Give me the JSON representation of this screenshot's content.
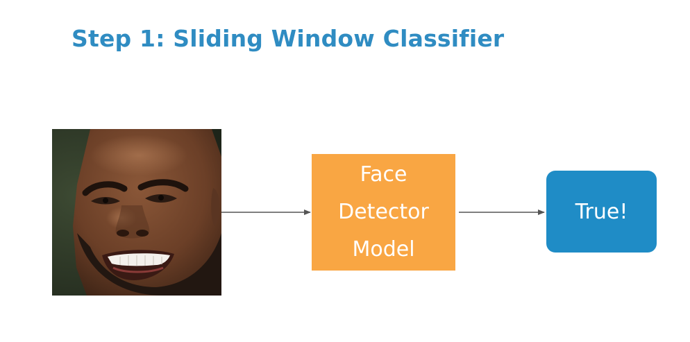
{
  "title": "Step 1: Sliding Window Classifier",
  "model_box": {
    "lines": [
      "Face",
      "Detector",
      "Model"
    ]
  },
  "output_box": {
    "label": "True!"
  },
  "colors": {
    "title": "#2f8cc2",
    "model_box": "#f9a643",
    "output_box": "#1f8cc6",
    "arrow": "#555555",
    "text_on_boxes": "#ffffff"
  }
}
